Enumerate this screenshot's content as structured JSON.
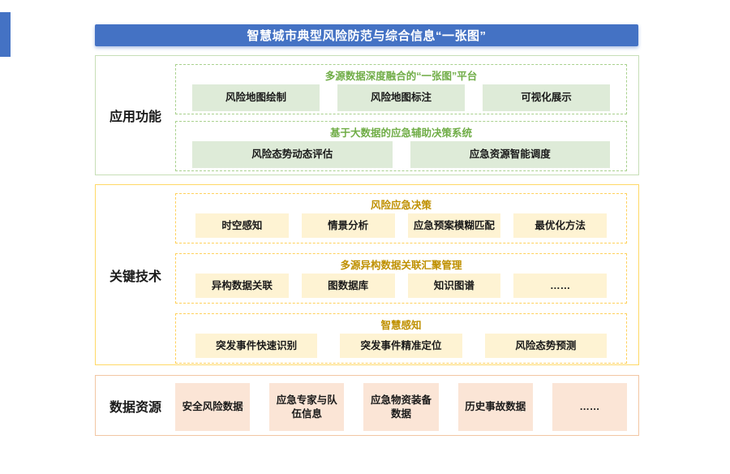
{
  "header": {
    "title": "智慧城市典型风险防范与综合信息“一张图”"
  },
  "sections": [
    {
      "label": "应用功能",
      "groups": [
        {
          "title": "多源数据深度融合的“一张图”平台",
          "items": [
            "风险地图绘制",
            "风险地图标注",
            "可视化展示"
          ]
        },
        {
          "title": "基于大数据的应急辅助决策系统",
          "items": [
            "风险态势动态评估",
            "应急资源智能调度"
          ]
        }
      ]
    },
    {
      "label": "关键技术",
      "groups": [
        {
          "title": "风险应急决策",
          "items": [
            "时空感知",
            "情景分析",
            "应急预案模糊匹配",
            "最优化方法"
          ]
        },
        {
          "title": "多源异构数据关联汇聚管理",
          "items": [
            "异构数据关联",
            "图数据库",
            "知识图谱",
            "……"
          ]
        },
        {
          "title": "智慧感知",
          "items": [
            "突发事件快速识别",
            "突发事件精准定位",
            "风险态势预测"
          ]
        }
      ]
    },
    {
      "label": "数据资源",
      "items": [
        "安全风险数据",
        "应急专家与队伍信息",
        "应急物资装备数据",
        "历史事故数据",
        "……"
      ]
    }
  ],
  "colors": {
    "primary_blue": "#4472C4",
    "green_accent": "#70AD47",
    "green_fill": "#DEEBD8",
    "gold_accent": "#BF9000",
    "gold_fill": "#FEF3D3",
    "gold_border": "#FFD966",
    "peach_fill": "#FBE5D6",
    "peach_border": "#F2C6A3"
  }
}
